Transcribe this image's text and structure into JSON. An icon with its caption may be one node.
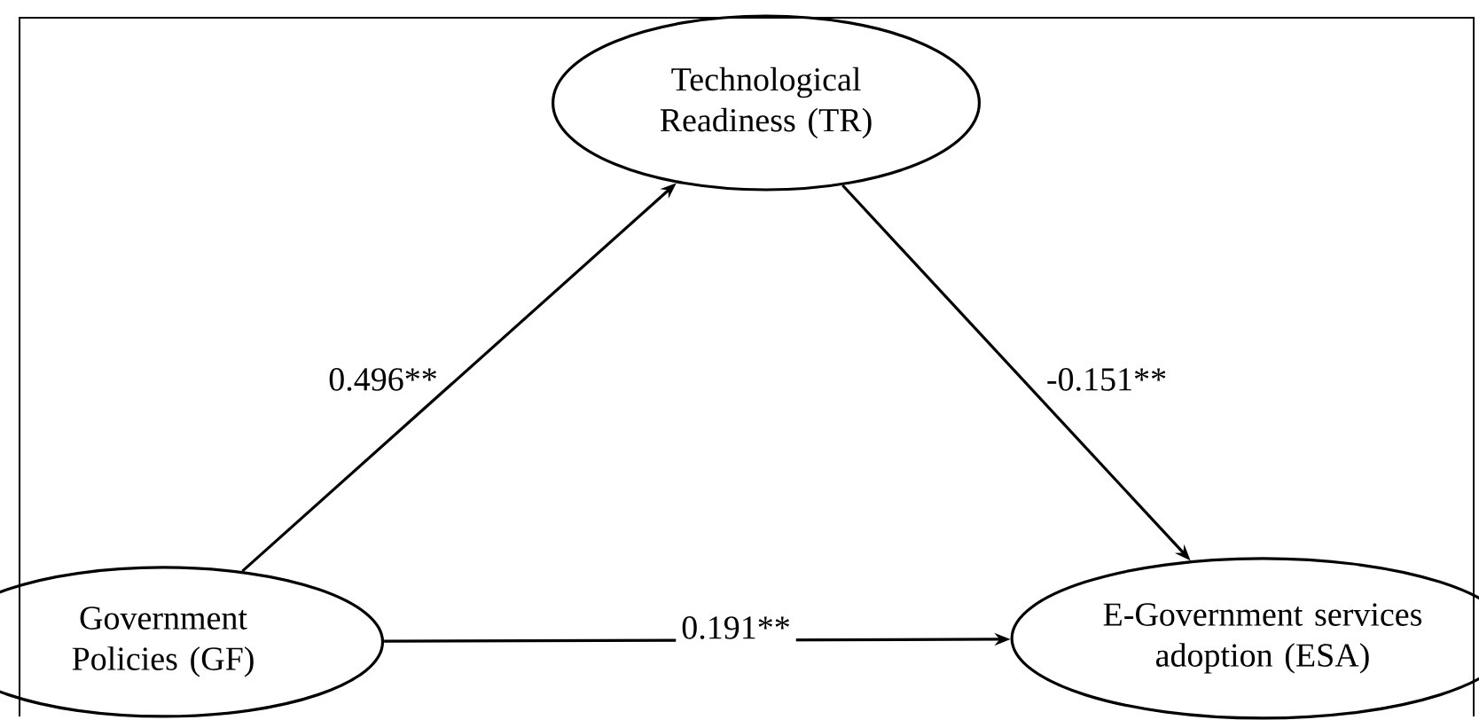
{
  "diagram": {
    "nodes": [
      {
        "text": [
          "Technological Readiness (TR)"
        ]
      },
      {
        "text": [
          "Government Policies (GF)"
        ]
      },
      {
        "text": [
          "E-Government services adoption (ESA)"
        ]
      }
    ],
    "edges": [
      {
        "from": 1,
        "to": 0,
        "arrow": "to",
        "label": "0.496**"
      },
      {
        "from": 0,
        "to": 2,
        "arrow": "to",
        "label": "-0.151**"
      },
      {
        "from": 1,
        "to": 2,
        "arrow": "to",
        "label": "0.191**"
      }
    ]
  }
}
